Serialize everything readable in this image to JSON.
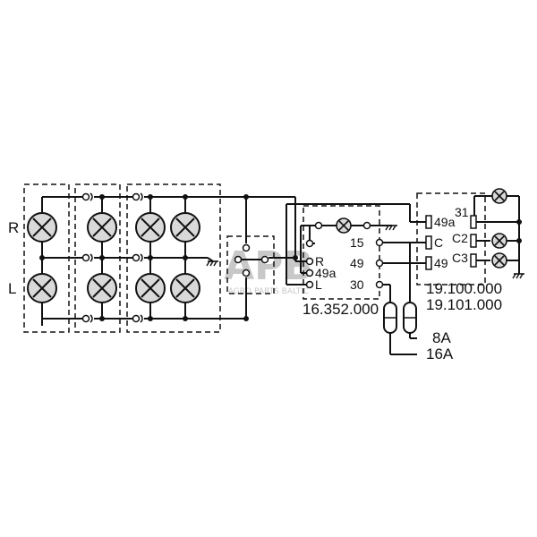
{
  "labels": {
    "side_right": "R",
    "side_left": "L",
    "flasher_r": "R",
    "flasher_49a": "49a",
    "flasher_l": "L",
    "flasher_15": "15",
    "flasher_49": "49",
    "flasher_30": "30",
    "flasher_part": "16.352.000",
    "relay_49a": "49a",
    "relay_c": "C",
    "relay_49": "49",
    "relay_31": "31",
    "relay_c2": "C2",
    "relay_c3": "C3",
    "relay_part_1": "19.100.000",
    "relay_part_2": "19.101.000",
    "fuse_8a": "8A",
    "fuse_16a": "16A"
  },
  "watermark": {
    "logo_text": "APB",
    "caption": "AGRO PARTS BALTIC"
  },
  "colors": {
    "line": "#111111",
    "lamp_fill": "#d9d9d9",
    "background": "#ffffff",
    "watermark": "#c8c8c8"
  }
}
